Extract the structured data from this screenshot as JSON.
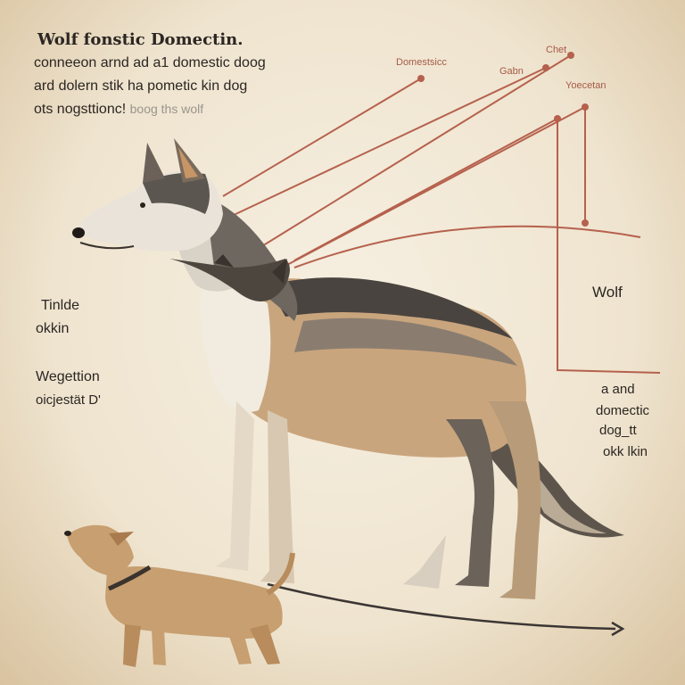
{
  "header": {
    "title": "Wolf fonstic Domectin.",
    "line1": "conneeon arnd ad a1 domestic doog",
    "line2": "ard dolern stik ha pometic kin dog",
    "line3_main": "ots nogsttionc!",
    "line3_faded": "boog ths wolf"
  },
  "callouts": {
    "top_left": "Domestsicc",
    "top_mid": "Gabn",
    "top_right": "Chet",
    "right_sub": "Yoecetan"
  },
  "left_labels": {
    "a1": "Tinlde",
    "a2": "okkin",
    "b1": "Wegettion",
    "b2": "oicjestät D'"
  },
  "right_labels": {
    "wolf": "Wolf",
    "r1": "a and",
    "r2": "domectic",
    "r3": "dog_tt",
    "r4": "okk lkin"
  },
  "colors": {
    "background": "#f1e7d4",
    "line_accent": "#b5614d",
    "text": "#2b2622"
  }
}
